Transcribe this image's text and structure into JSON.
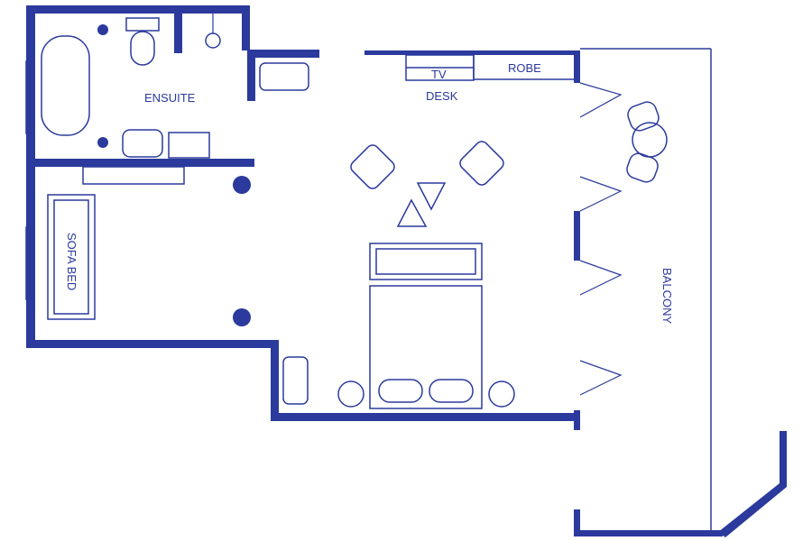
{
  "colors": {
    "wall": "#2b3a9c",
    "line": "#2b3a9c",
    "background": "#ffffff"
  },
  "labels": {
    "ensuite": "ENSUITE",
    "tv": "TV",
    "desk": "DESK",
    "robe": "ROBE",
    "sofa_bed": "SOFA BED",
    "balcony": "BALCONY"
  }
}
